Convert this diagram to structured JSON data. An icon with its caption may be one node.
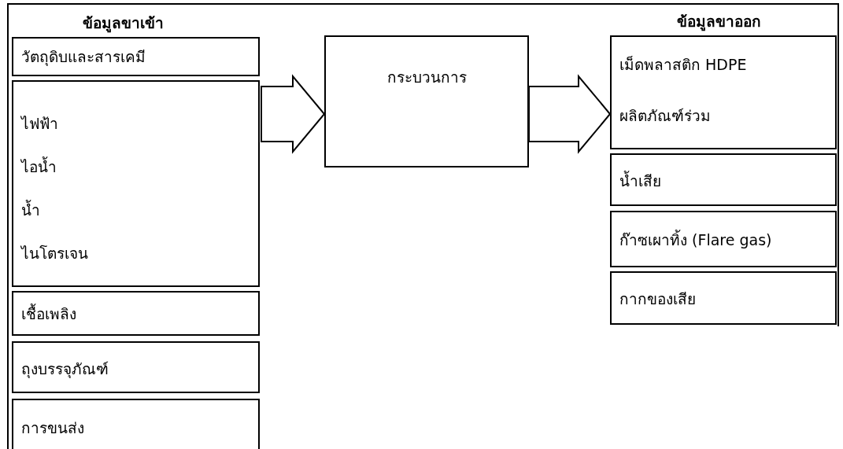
{
  "diagram": {
    "nodes": [
      {
        "text": [
          "วัตถุดิบและสารเคมี"
        ]
      },
      {
        "text": [
          "ไฟฟ้า",
          "ไอน้ำ",
          "น้ำ",
          "ไนโตรเจน"
        ]
      },
      {
        "text": [
          "เชื้อเพลิง"
        ]
      },
      {
        "text": [
          "ถุงบรรจุภัณฑ์"
        ]
      },
      {
        "text": [
          "การขนส่ง"
        ]
      },
      {
        "text": [
          "กระบวนการ"
        ]
      },
      {
        "text": [
          "เม็ดพลาสติก HDPE",
          "ผลิตภัณฑ์ร่วม"
        ]
      },
      {
        "text": [
          "น้ำเสีย"
        ]
      },
      {
        "text": [
          "ก๊าซเผาทิ้ง (Flare gas)"
        ]
      },
      {
        "text": [
          "กากของเสีย"
        ]
      }
    ],
    "edges": [
      {
        "from": null,
        "to": 5,
        "arrow": "to"
      },
      {
        "from": 5,
        "to": 6,
        "arrow": "to"
      }
    ],
    "labels": [
      "ข้อมูลขาเข้า",
      "ข้อมูลขาออก"
    ]
  }
}
